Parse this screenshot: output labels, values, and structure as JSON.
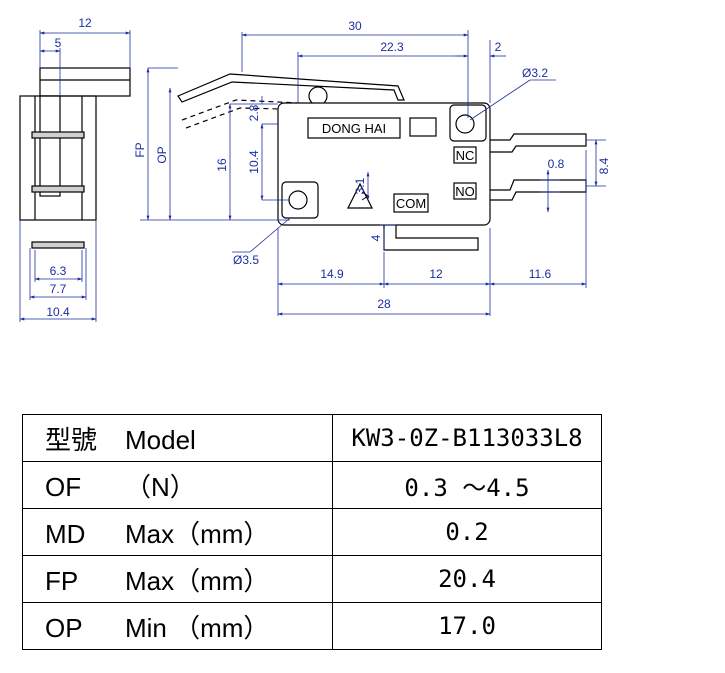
{
  "drawing": {
    "side_view": {
      "dims": [
        "12",
        "5",
        "6.3",
        "7.7",
        "10.4"
      ]
    },
    "front_view": {
      "dims_top": [
        "30",
        "22.3",
        "2"
      ],
      "hole_right": "Ø3.2",
      "hole_left": "Ø3.5",
      "dims_left": [
        "FP",
        "OP",
        "16",
        "10.4",
        "2.8"
      ],
      "dims_inner": [
        "3.1",
        "4"
      ],
      "dims_right": [
        "0.8",
        "8.4"
      ],
      "dims_bottom": [
        "14.9",
        "12",
        "11.6",
        "28"
      ],
      "brand_label": "DONG HAI",
      "terminals": [
        "NC",
        "NO",
        "COM"
      ]
    }
  },
  "spec_table": {
    "rows": [
      {
        "key": "型號",
        "label": "Model",
        "value": "KW3-0Z-B113033L8"
      },
      {
        "key": "OF",
        "label": "（N）",
        "value": "0.3 ～4.5"
      },
      {
        "key": "MD",
        "label": "Max（mm）",
        "value": "0.2"
      },
      {
        "key": "FP",
        "label": "Max（mm）",
        "value": "20.4"
      },
      {
        "key": "OP",
        "label": "Min （mm）",
        "value": "17.0"
      }
    ]
  }
}
